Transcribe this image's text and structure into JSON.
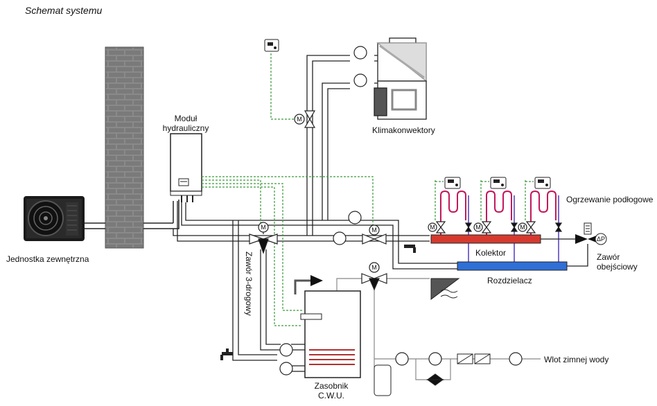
{
  "diagram": {
    "title": "Schemat systemu",
    "labels": {
      "outdoor_unit": "Jednostka zewnętrzna",
      "hydraulic_module_line1": "Moduł",
      "hydraulic_module_line2": "hydrauliczny",
      "fan_coils": "Klimakonwektory",
      "floor_heating": "Ogrzewanie podłogowe",
      "manifold_supply": "Kolektor",
      "manifold_return": "Rozdzielacz",
      "bypass_valve_line1": "Zawór",
      "bypass_valve_line2": "obejściowy",
      "three_way_valve": "Zawór 3-drogowy",
      "dhw_tank_line1": "Zasobnik",
      "dhw_tank_line2": "C.W.U.",
      "cold_water_inlet": "Wlot zimnej wody"
    },
    "symbols": {
      "motor": "M",
      "delta_p": "ΔP"
    },
    "colors": {
      "pipe": "#222222",
      "pipe_fill": "#ffffff",
      "control_wire": "#3a9a3a",
      "supply_manifold": "#d63a2f",
      "return_manifold": "#2f6fd6",
      "floor_loop_hot": "#c2185b",
      "floor_loop_cold": "#7b6bd1",
      "wall": "#888888",
      "cold_pipe": "#aaaaaa"
    }
  }
}
